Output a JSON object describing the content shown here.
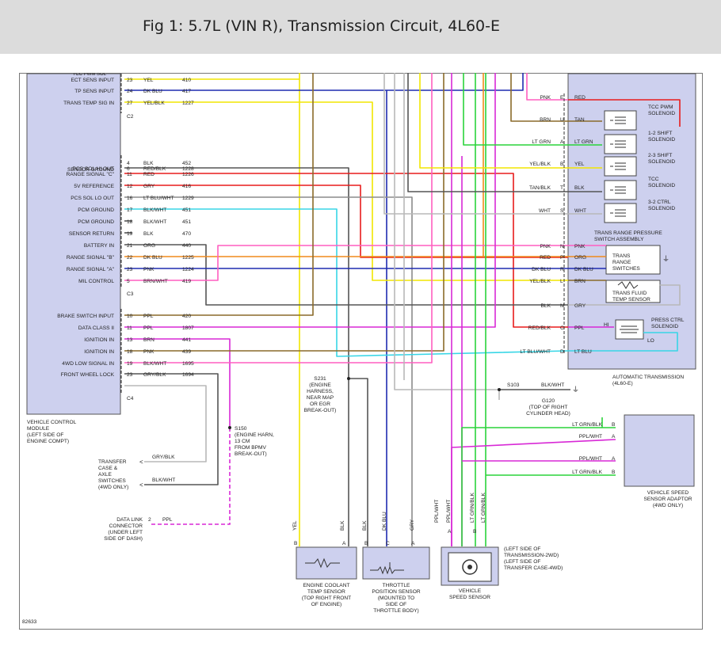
{
  "header": {
    "title": "Fig 1: 5.7L (VIN R), Transmission Circuit, 4L60-E"
  },
  "vcm": {
    "top_partial": "TCC PWM SOL",
    "label_lines": [
      "VEHICLE CONTROL",
      "MODULE",
      "(LEFT SIDE OF",
      "ENGINE COMPT)"
    ],
    "connectors": [
      "C2",
      "C3",
      "C4"
    ],
    "pins": [
      {
        "label": "ECT SENS INPUT",
        "pin": "23",
        "color": "YEL",
        "circuit": "410"
      },
      {
        "label": "TP SENS INPUT",
        "pin": "24",
        "color": "DK BLU",
        "circuit": "417"
      },
      {
        "label": "TRANS TEMP SIG IN",
        "pin": "27",
        "color": "YEL/BLK",
        "circuit": "1227"
      },
      {
        "label": "",
        "pin": "4",
        "color": "BLK",
        "circuit": "452"
      },
      {
        "label": "SENSOR GROUND",
        "pin": "",
        "color": "",
        "circuit": ""
      },
      {
        "label": "PCS SOL HI OUT",
        "pin": "6",
        "color": "RED/BLK",
        "circuit": "1228"
      },
      {
        "label": "RANGE SIGNAL \"C\"",
        "pin": "11",
        "color": "RED",
        "circuit": "1226"
      },
      {
        "label": "5V REFERENCE",
        "pin": "12",
        "color": "GRY",
        "circuit": "416"
      },
      {
        "label": "PCS SOL LO OUT",
        "pin": "16",
        "color": "LT BLU/WHT",
        "circuit": "1229"
      },
      {
        "label": "PCM GROUND",
        "pin": "17",
        "color": "BLK/WHT",
        "circuit": "451"
      },
      {
        "label": "PCM GROUND",
        "pin": "18",
        "color": "BLK/WHT",
        "circuit": "451"
      },
      {
        "label": "SENSOR RETURN",
        "pin": "19",
        "color": "BLK",
        "circuit": "470"
      },
      {
        "label": "BATTERY IN",
        "pin": "21",
        "color": "ORG",
        "circuit": "440"
      },
      {
        "label": "RANGE SIGNAL \"B\"",
        "pin": "22",
        "color": "DK BLU",
        "circuit": "1225"
      },
      {
        "label": "RANGE SIGNAL \"A\"",
        "pin": "23",
        "color": "PNK",
        "circuit": "1224"
      },
      {
        "label": "MIL CONTROL",
        "pin": "5",
        "color": "BRN/WHT",
        "circuit": "419"
      },
      {
        "label": "BRAKE SWITCH INPUT",
        "pin": "10",
        "color": "PPL",
        "circuit": "420"
      },
      {
        "label": "DATA CLASS II",
        "pin": "11",
        "color": "PPL",
        "circuit": "1807"
      },
      {
        "label": "IGNITION IN",
        "pin": "13",
        "color": "BRN",
        "circuit": "441"
      },
      {
        "label": "IGNITION IN",
        "pin": "18",
        "color": "PNK",
        "circuit": "439"
      },
      {
        "label": "4WD LOW SIGNAL IN",
        "pin": "19",
        "color": "BLK/WHT",
        "circuit": "1695"
      },
      {
        "label": "FRONT WHEEL LOCK",
        "pin": "23",
        "color": "GRY/BLK",
        "circuit": "1694"
      }
    ]
  },
  "transmission": {
    "title_lines": [
      "AUTOMATIC TRANSMISSION",
      "(4L60-E)"
    ],
    "pins": [
      {
        "wire": "PNK",
        "pin": "E",
        "inner": "RED"
      },
      {
        "wire": "BRN",
        "pin": "U",
        "inner": "TAN"
      },
      {
        "wire": "LT GRN",
        "pin": "A",
        "inner": "LT GRN"
      },
      {
        "wire": "YEL/BLK",
        "pin": "B",
        "inner": "YEL"
      },
      {
        "wire": "TAN/BLK",
        "pin": "T",
        "inner": "BLK"
      },
      {
        "wire": "WHT",
        "pin": "S",
        "inner": "WHT"
      },
      {
        "wire": "PNK",
        "pin": "N",
        "inner": "PNK"
      },
      {
        "wire": "RED",
        "pin": "P",
        "inner": "ORG"
      },
      {
        "wire": "DK BLU",
        "pin": "R",
        "inner": "DK BLU"
      },
      {
        "wire": "YEL/BLK",
        "pin": "L",
        "inner": "BRN"
      },
      {
        "wire": "BLK",
        "pin": "M",
        "inner": "GRY"
      },
      {
        "wire": "RED/BLK",
        "pin": "C",
        "inner": "PPL"
      },
      {
        "wire": "LT BLU/WHT",
        "pin": "D",
        "inner": "LT BLU"
      }
    ],
    "solenoids": [
      [
        "TCC PWM",
        "SOLENOID"
      ],
      [
        "1-2 SHIFT",
        "SOLENOID"
      ],
      [
        "2-3 SHIFT",
        "SOLENOID"
      ],
      [
        "TCC",
        "SOLENOID"
      ],
      [
        "3-2 CTRL",
        "SOLENOID"
      ]
    ],
    "range_switch_title": [
      "TRANS RANGE PRESSURE",
      "SWITCH ASSEMBLY"
    ],
    "range_switches": [
      "TRANS",
      "RANGE",
      "SWITCHES"
    ],
    "fluid_temp": [
      "TRANS FLUID",
      "TEMP SENSOR"
    ],
    "press_ctrl": [
      "PRESS CTRL",
      "SOLENOID"
    ],
    "hi": "HI",
    "lo": "LO"
  },
  "splices": {
    "s231": [
      "S231",
      "(ENGINE",
      "HARNESS,",
      "NEAR MAP",
      "OR EGR",
      "BREAK-OUT)"
    ],
    "s150": [
      "S150",
      "(ENGINE HARN,",
      "13 CM",
      "FROM BPMV",
      "BREAK-OUT)"
    ],
    "s103": "S103",
    "s103_wire": "BLK/WHT",
    "g120": [
      "G120",
      "(TOP OF RIGHT",
      "CYLINDER HEAD)"
    ]
  },
  "transfer": {
    "label": [
      "TRANSFER",
      "CASE &",
      "AXLE",
      "SWITCHES",
      "(4WD ONLY)"
    ],
    "wire1": "GRY/BLK",
    "wire2": "BLK/WHT"
  },
  "dlc": {
    "label": [
      "DATA LINK",
      "CONNECTOR",
      "(UNDER LEFT",
      "SIDE OF DASH)"
    ],
    "pin": "2",
    "wire": "PPL"
  },
  "vssa": {
    "label": [
      "VEHICLE SPEED",
      "SENSOR ADAPTOR",
      "(4WD ONLY)"
    ],
    "rows": [
      {
        "wire": "LT GRN/BLK",
        "pin": "B"
      },
      {
        "wire": "PPL/WHT",
        "pin": "A"
      },
      {
        "wire": "PPL/WHT",
        "pin": "A"
      },
      {
        "wire": "LT GRN/BLK",
        "pin": "B"
      }
    ]
  },
  "ect": {
    "label": [
      "ENGINE COOLANT",
      "TEMP SENSOR",
      "(TOP RIGHT FRONT",
      "OF ENGINE)"
    ],
    "wires": [
      "YEL",
      "BLK"
    ],
    "pins": [
      "B",
      "A"
    ]
  },
  "tps": {
    "label": [
      "THROTTLE",
      "POSITION SENSOR",
      "(MOUNTED TO",
      "SIDE OF",
      "THROTTLE BODY)"
    ],
    "wires": [
      "BLK",
      "DK BLU",
      "GRY"
    ],
    "pins": [
      "B",
      "C",
      "A"
    ]
  },
  "vss": {
    "label": [
      "VEHICLE",
      "SPEED SENSOR"
    ],
    "loc": [
      "(LEFT SIDE OF",
      "TRANSMISSION-2WD)",
      "(LEFT SIDE OF",
      "TRANSFER CASE-4WD)"
    ],
    "wires": [
      "PPL/WHT",
      "PPL/WHT",
      "LT GRN/BLK",
      "LT GRN/BLK"
    ],
    "pins": [
      "A",
      "B"
    ]
  },
  "figure_id": "82633",
  "colors": {
    "yellow": "#f2e600",
    "dkblue": "#1f2bb0",
    "red": "#e81c1c",
    "pink": "#ff5ec0",
    "ltblue": "#38d6e6",
    "orange": "#f08a1c",
    "brown": "#8a6a2a",
    "green": "#2ad43a",
    "magenta": "#d829d6",
    "gray": "#8c8c8c",
    "purple": "#7c2ad6",
    "darkgray": "#555555",
    "ltgray": "#b8b8b8",
    "panel": "#cdd0ee"
  }
}
